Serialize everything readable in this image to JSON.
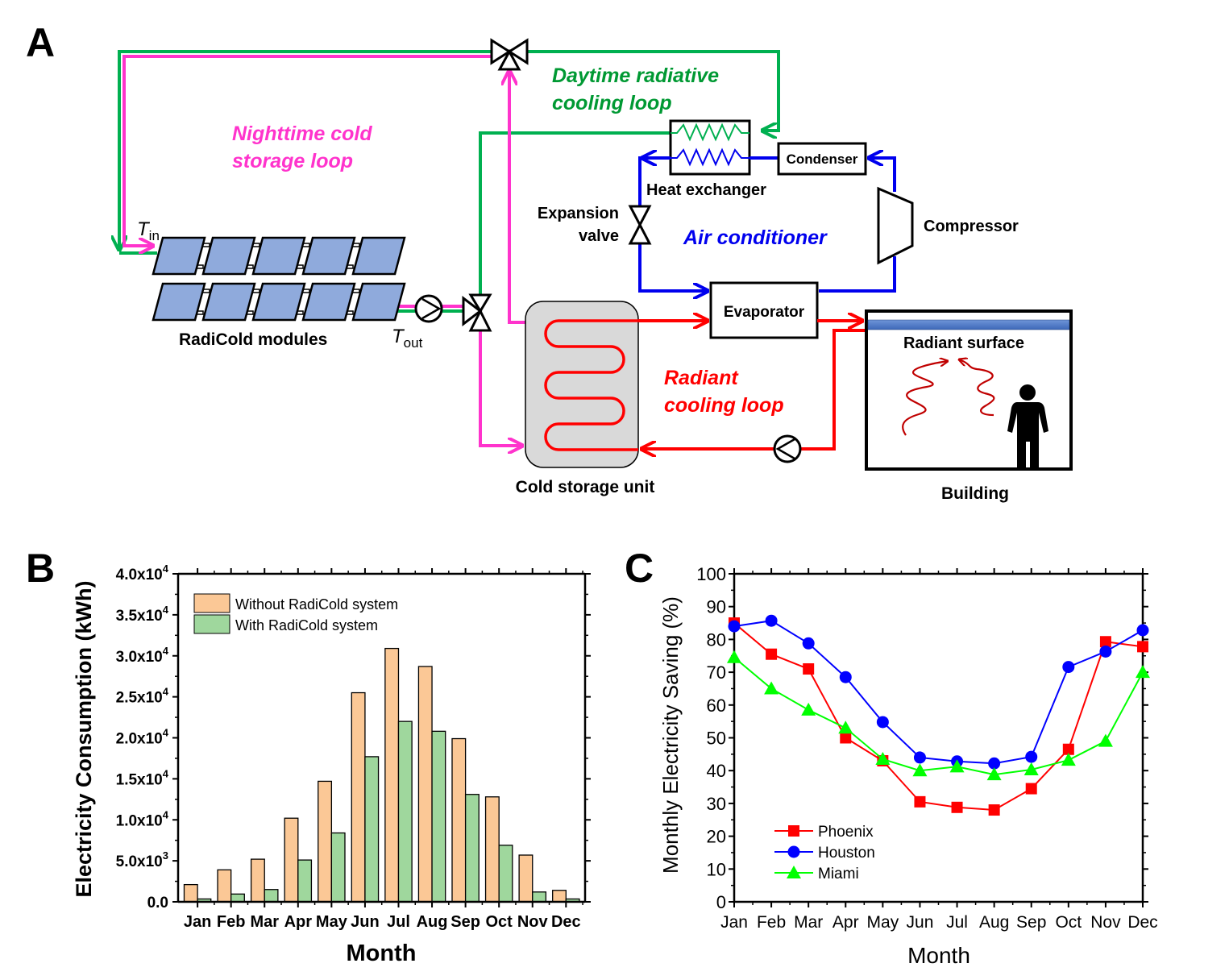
{
  "panels": {
    "a": {
      "letter": "A",
      "loops": {
        "nighttime": {
          "line1": "Nighttime cold",
          "line2": "storage loop",
          "color": "#ff33cc"
        },
        "daytime": {
          "line1": "Daytime radiative",
          "line2": "cooling loop",
          "color": "#009933"
        },
        "air_conditioner": {
          "label": "Air conditioner",
          "color": "#0000ee"
        },
        "radiant": {
          "line1": "Radiant",
          "line2": "cooling loop",
          "color": "#ff0000"
        }
      },
      "components": {
        "heat_exchanger": "Heat exchanger",
        "condenser": "Condenser",
        "expansion_valve_line1": "Expansion",
        "expansion_valve_line2": "valve",
        "compressor": "Compressor",
        "evaporator": "Evaporator",
        "radiant_surface": "Radiant surface",
        "building": "Building",
        "cold_storage": "Cold storage unit",
        "modules": "RadiCold modules",
        "t_in_main": "T",
        "t_in_sub": "in",
        "t_out_main": "T",
        "t_out_sub": "out"
      },
      "colors": {
        "pipe_green": "#00b050",
        "pipe_pink": "#ff33cc",
        "pipe_blue": "#0000ee",
        "pipe_red": "#ff0000",
        "module_fill": "#8faadc",
        "storage_fill": "#d9d9d9",
        "surface_fill": "#4472c4",
        "wave": "#c00000"
      }
    },
    "b": {
      "letter": "B"
    },
    "c": {
      "letter": "C"
    }
  },
  "chart_data": [
    {
      "type": "bar",
      "title": "",
      "xlabel": "Month",
      "ylabel": "Electricity Consumption (kWh)",
      "categories": [
        "Jan",
        "Feb",
        "Mar",
        "Apr",
        "May",
        "Jun",
        "Jul",
        "Aug",
        "Sep",
        "Oct",
        "Nov",
        "Dec"
      ],
      "ylim": [
        0,
        40000
      ],
      "yticks": [
        {
          "value": 0,
          "mantissa": "0.0",
          "exp": ""
        },
        {
          "value": 5000,
          "mantissa": "5.0x10",
          "exp": "3"
        },
        {
          "value": 10000,
          "mantissa": "1.0x10",
          "exp": "4"
        },
        {
          "value": 15000,
          "mantissa": "1.5x10",
          "exp": "4"
        },
        {
          "value": 20000,
          "mantissa": "2.0x10",
          "exp": "4"
        },
        {
          "value": 25000,
          "mantissa": "2.5x10",
          "exp": "4"
        },
        {
          "value": 30000,
          "mantissa": "3.0x10",
          "exp": "4"
        },
        {
          "value": 35000,
          "mantissa": "3.5x10",
          "exp": "4"
        },
        {
          "value": 40000,
          "mantissa": "4.0x10",
          "exp": "4"
        }
      ],
      "series": [
        {
          "name": "Without RadiCold system",
          "color": "#fbc896",
          "values": [
            2100,
            3900,
            5200,
            10200,
            14700,
            25500,
            30900,
            28700,
            19900,
            12800,
            5700,
            1400
          ]
        },
        {
          "name": "With RadiCold system",
          "color": "#9fd79d",
          "values": [
            350,
            950,
            1500,
            5100,
            8400,
            17700,
            22000,
            20800,
            13100,
            6900,
            1200,
            350
          ]
        }
      ],
      "legend": "top-left",
      "grid": false
    },
    {
      "type": "line",
      "title": "",
      "xlabel": "Month",
      "ylabel": "Monthly Electricity Saving (%)",
      "categories": [
        "Jan",
        "Feb",
        "Mar",
        "Apr",
        "May",
        "Jun",
        "Jul",
        "Aug",
        "Sep",
        "Oct",
        "Nov",
        "Dec"
      ],
      "ylim": [
        0,
        100
      ],
      "yticks": [
        0,
        10,
        20,
        30,
        40,
        50,
        60,
        70,
        80,
        90,
        100
      ],
      "series": [
        {
          "name": "Phoenix",
          "color": "#ff0000",
          "marker": "square",
          "values": [
            85,
            75.5,
            71,
            50,
            43,
            30.5,
            28.8,
            28,
            34.5,
            46.5,
            79.3,
            77.8
          ]
        },
        {
          "name": "Houston",
          "color": "#0000ff",
          "marker": "circle",
          "values": [
            84,
            85.7,
            78.8,
            68.5,
            54.8,
            44,
            42.8,
            42.2,
            44.2,
            71.6,
            76.3,
            82.8
          ]
        },
        {
          "name": "Miami",
          "color": "#00ff00",
          "marker": "triangle",
          "values": [
            74.5,
            65,
            58.5,
            53,
            43.5,
            40,
            41.2,
            38.8,
            40.3,
            43.2,
            49,
            70
          ]
        }
      ],
      "legend": "bottom-left",
      "grid": false
    }
  ]
}
